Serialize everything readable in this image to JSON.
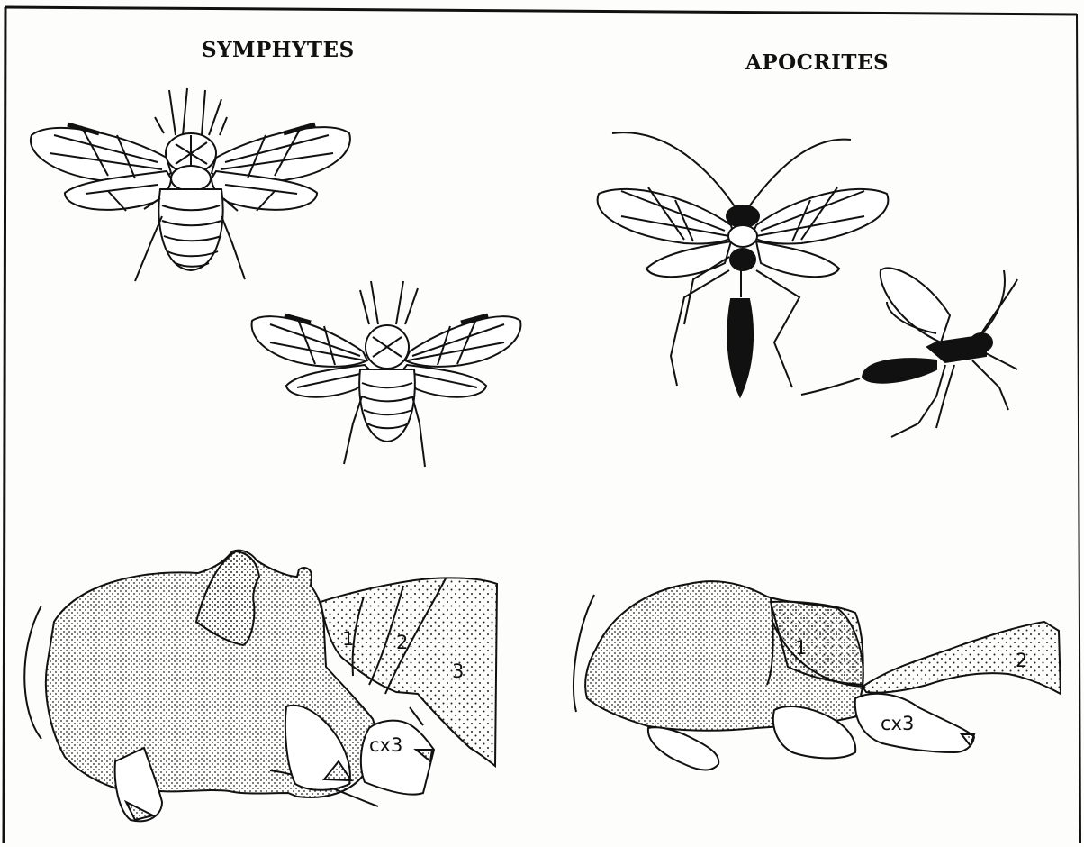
{
  "figure": {
    "left_panel": {
      "title": "SYMPHYTES",
      "segment_labels": [
        "1",
        "2",
        "3"
      ],
      "coxa_label": "cx3"
    },
    "right_panel": {
      "title": "APOCRITES",
      "segment_labels": [
        "1",
        "2"
      ],
      "coxa_label": "cx3"
    }
  },
  "colors": {
    "ink": "#111111",
    "paper": "#fdfdfc"
  }
}
